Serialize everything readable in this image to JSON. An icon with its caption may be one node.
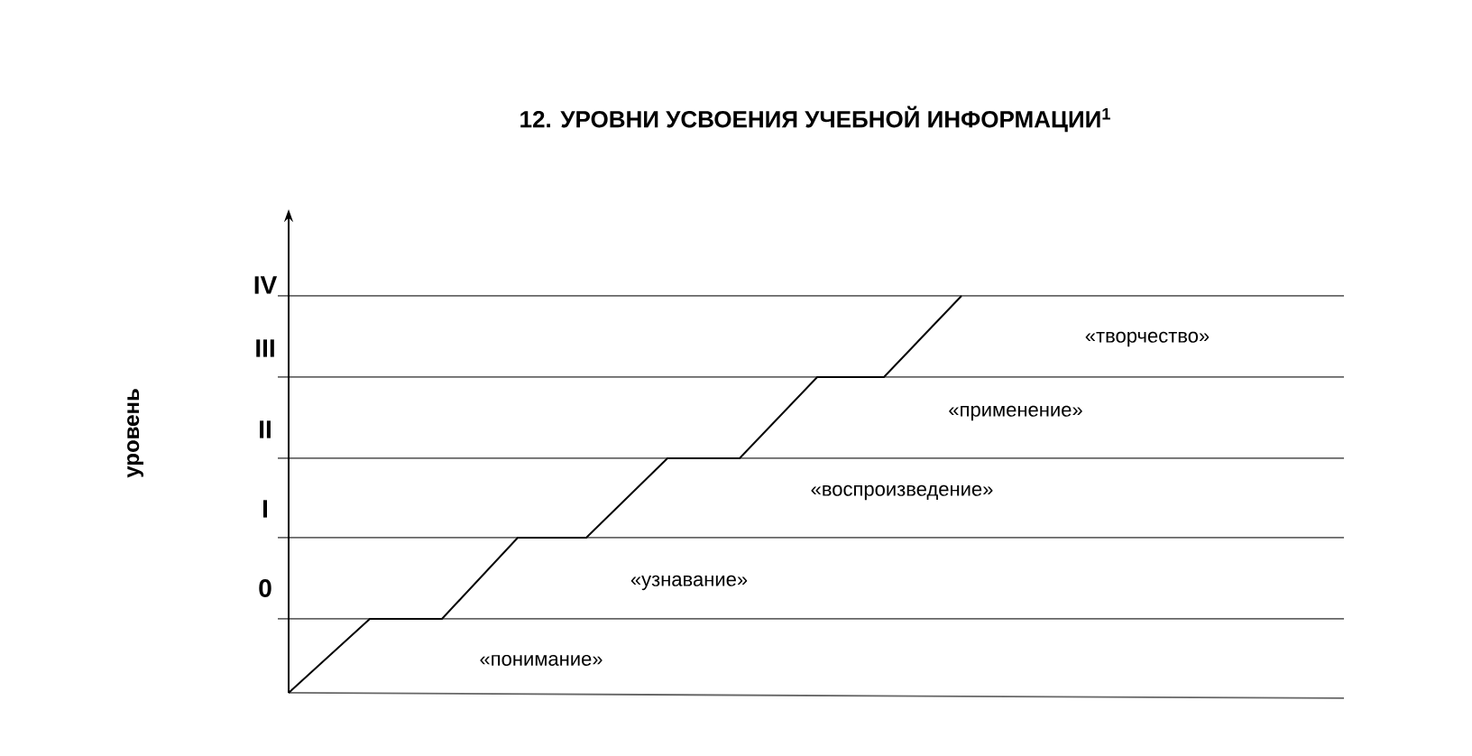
{
  "diagram": {
    "title": "12. УРОВНИ УСВОЕНИЯ УЧЕБНОЙ ИНФОРМАЦИИ$^{1}$",
    "labels": [
      "IV",
      "III",
      "«творчество»",
      "уровень",
      "II",
      "«применение»",
      "I",
      "«воспроизведение»",
      "0",
      "«узнавание»",
      "«понимание»"
    ]
  }
}
